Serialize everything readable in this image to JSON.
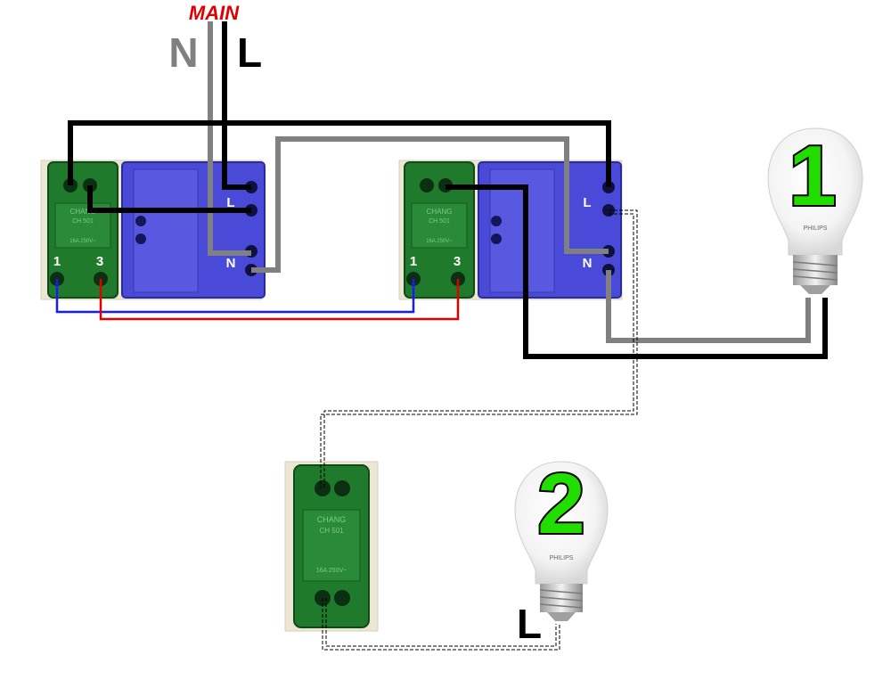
{
  "title": "MAIN",
  "supply": {
    "neutral_label": "N",
    "live_label": "L"
  },
  "switches": [
    {
      "green_switch": {
        "brand": "CHANG",
        "model": "CH 501",
        "rating": "16A 250V~",
        "terminal_1": "1",
        "terminal_3": "3"
      },
      "socket": {
        "live_label": "L",
        "neutral_label": "N"
      }
    },
    {
      "green_switch": {
        "brand": "CHANG",
        "model": "CH 501",
        "rating": "16A 250V~",
        "terminal_1": "1",
        "terminal_3": "3"
      },
      "socket": {
        "live_label": "L",
        "neutral_label": "N"
      }
    }
  ],
  "standalone_switch": {
    "brand": "CHANG",
    "model": "CH 501",
    "rating": "16A 250V~"
  },
  "bulbs": [
    {
      "number": "1",
      "brand": "PHILIPS"
    },
    {
      "number": "2",
      "brand": "PHILIPS",
      "terminal_label": "L"
    }
  ],
  "colors": {
    "neutral_wire": "#808080",
    "live_wire": "#000000",
    "traveler_blue": "#1a1aff",
    "traveler_red": "#e00000",
    "main_label": "#e00000",
    "bulb_number_fill": "#22dd00",
    "switch_green": "#1f7a2c",
    "socket_blue": "#4a4ad8"
  }
}
